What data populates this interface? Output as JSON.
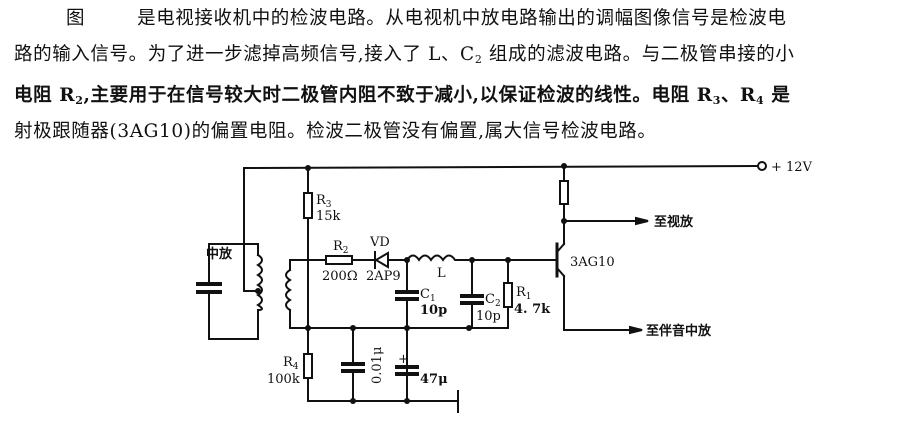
{
  "description": {
    "line1_prefix": "图",
    "line1_text": "是电视接收机中的检波电路。从电视机中放电路输出的调幅图像信号是检波电",
    "line2_a": "路的输入信号。为了进一步滤掉高频信号,接入了 L、C",
    "line2_sub": "2",
    "line2_b": " 组成的滤波电路。与二极管串接的小",
    "line3_a": "电阻 R",
    "line3_sub1": "2",
    "line3_b": ",主要用于在信号较大时二极管内阻不致于减小,以保证检波的线性。电阻 R",
    "line3_sub2": "3",
    "line3_c": "、R",
    "line3_sub3": "4",
    "line3_d": " 是",
    "line4": "射极跟随器(3AG10)的偏置电阻。检波二极管没有偏置,属大信号检波电路。"
  },
  "circuit": {
    "supply": "+ 12V",
    "if_stage": "中放",
    "to_video_amp": "至视放",
    "to_sound_if": "至伴音中放",
    "transistor": "3AG10",
    "components": {
      "R1": {
        "name": "R",
        "sub": "1",
        "value": "4. 7k"
      },
      "R2": {
        "name": "R",
        "sub": "2",
        "value": "200Ω"
      },
      "R3": {
        "name": "R",
        "sub": "3",
        "value": "15k"
      },
      "R4": {
        "name": "R",
        "sub": "4",
        "value": "100k"
      },
      "VD": {
        "name": "VD",
        "value": "2AP9"
      },
      "L": {
        "name": "L"
      },
      "C1": {
        "name": "C",
        "sub": "1",
        "value": "10p"
      },
      "C2": {
        "name": "C",
        "sub": "2",
        "value": "10p"
      },
      "Cbypass": {
        "value": "0.01μ"
      },
      "Celectro": {
        "value": "47μ",
        "polarity": "+"
      }
    }
  }
}
